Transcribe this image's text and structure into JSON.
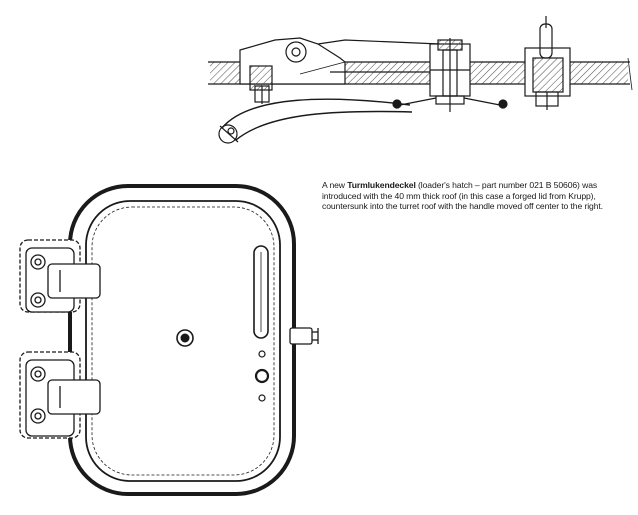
{
  "caption": {
    "intro": "A new ",
    "term": "Turmlukendeckel",
    "rest": " (loader's hatch – part number 021 B 50606) was introduced with the 40 mm thick roof (in this case a forged lid from Krupp), countersunk into the turret roof with the handle moved off center to the right."
  },
  "colors": {
    "line": "#1a1a1a",
    "hatch": "#555555",
    "background": "#ffffff"
  }
}
